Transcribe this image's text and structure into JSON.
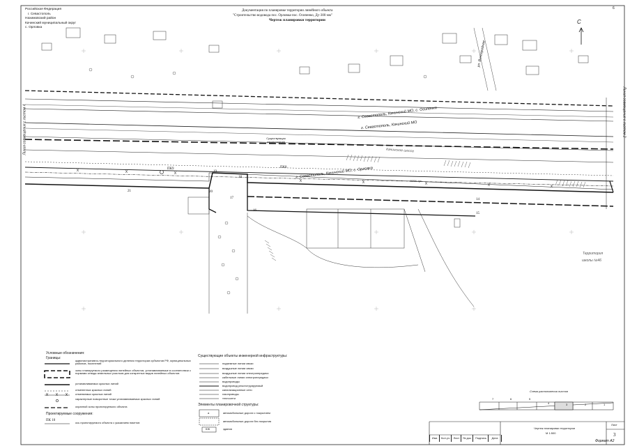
{
  "page_number": "6",
  "header": {
    "line1": "Документация по планировке территории линейного объекта",
    "line2": "\"Строительство водовода пос. Орловка-пос. Осипенко, Ду-300 мм\"",
    "line3": "Чертеж планировки территории"
  },
  "location_block": [
    "Российская Федерация",
    "г. Севастополь",
    "Нахимовский район",
    "Качинский муниципальный округ",
    "с. Орловка"
  ],
  "north_arrow": "С",
  "side_labels": {
    "left": "Линия совмещения с листом 4",
    "right": "Линия совмещения с листом 2"
  },
  "map_labels": {
    "street_top": "ул. Виноградная",
    "boundary_1": "г. Севастополь, Качинский МО, с. Осипенко",
    "boundary_2": "г. Севастополь, Качинский МО",
    "boundary_3": "г. Севастополь, Качинский МО, с. Орловка",
    "highway": "Качинское шоссе",
    "territory": "Территория",
    "school": "школы №46",
    "existing_reconstruction": "Существующая реконструкция",
    "pk_labels": [
      "ПК9",
      "ПК8"
    ],
    "length_label": "ОЗ56 тут",
    "point_numbers": [
      "21",
      "20",
      "19",
      "18",
      "17",
      "16",
      "15",
      "14"
    ]
  },
  "legend": {
    "title": "Условные обозначения:",
    "subtitle": "Границы:",
    "items": [
      "административно-территориального деления территории субъектов РФ, муниципальных районов, поселений",
      "зоны планируемого размещения линейных объектов, устанавливаемые в соответствии с нормами отвода земельных участков для конкретных видов линейных объектов",
      "устанавливаемых красных линий",
      "отмененных красных линий",
      "отменяемых красных линий",
      "характерные поворотные точки устанавливаемых красных линий",
      "охранной зоны проектируемого объекта"
    ],
    "proj_title": "Проектируемые сооружения:",
    "proj_item_code": "ПК 10",
    "proj_item_label": "ось проектируемого объекта с указанием пикетов"
  },
  "utilities": {
    "title": "Существующие объекты инженерной инфраструктуры:",
    "items": [
      "подземные линии связи",
      "воздушные линии связи",
      "воздушные линии электропередачи",
      "кабельные линии электропередачи",
      "водопроводы",
      "водопровод реконструируемый",
      "канализационные сети",
      "газопроводы",
      "теплосети"
    ],
    "planning_title": "Элементы планировочной структуры:",
    "planning_items": [
      "автомобильные дороги с покрытием",
      "автомобильные дороги без покрытия",
      "здания"
    ],
    "planning_codes": [
      "а",
      "",
      "КЖ"
    ]
  },
  "sheet_scheme": {
    "title": "Схема расположения листов",
    "numbers": [
      "7",
      "6",
      "5",
      "4",
      "3",
      "2",
      "1"
    ]
  },
  "title_block": {
    "drawing_title": "Чертеж планировки территории",
    "scale": "М 1:500",
    "sheet_label": "Лист",
    "sheet_number": "3",
    "columns": [
      "Изм.",
      "Кол.уч.",
      "Лист",
      "№ док.",
      "Подпись",
      "Дата"
    ],
    "format": "Формат А2"
  }
}
